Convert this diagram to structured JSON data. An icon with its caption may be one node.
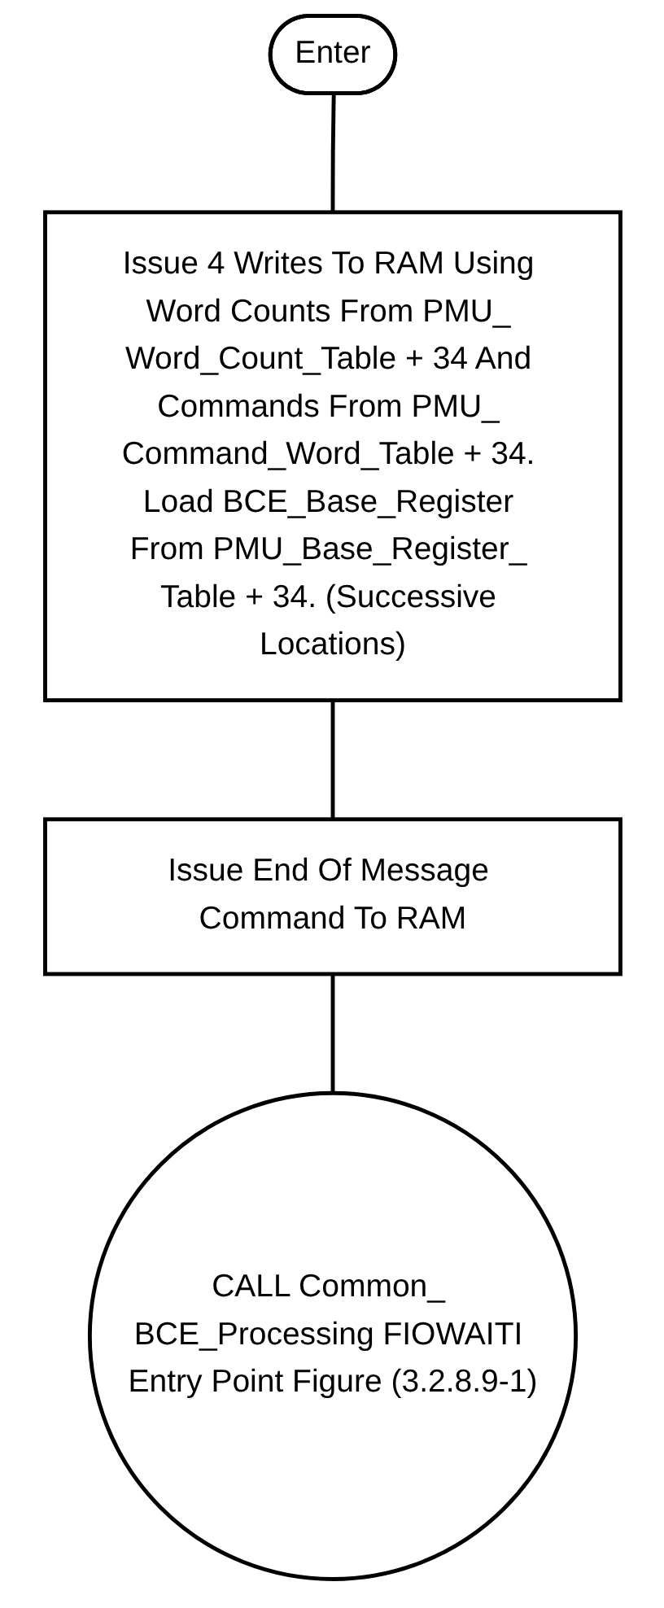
{
  "diagram": {
    "nodes": [
      {
        "text": [
          "Enter"
        ]
      },
      {
        "text": [
          "Issue 4 Writes To RAM Using Word Counts From PMU_ Word_Count_Table + 34 And Commands From PMU_ Command_Word_Table + 34. Load BCE_Base_Register From PMU_Base_Register_ Table + 34. (Successive Locations)"
        ]
      },
      {
        "text": [
          "Issue End Of Message Command To RAM"
        ]
      },
      {
        "text": [
          "CALL Common_ BCE_Processing FIOWAITI Entry Point Figure (3.2.8.9-1)"
        ]
      }
    ],
    "edges": [
      {
        "from": 0,
        "to": 1,
        "arrow": "none"
      },
      {
        "from": 1,
        "to": 2,
        "arrow": "none"
      },
      {
        "from": 2,
        "to": 3,
        "arrow": "none"
      }
    ]
  }
}
